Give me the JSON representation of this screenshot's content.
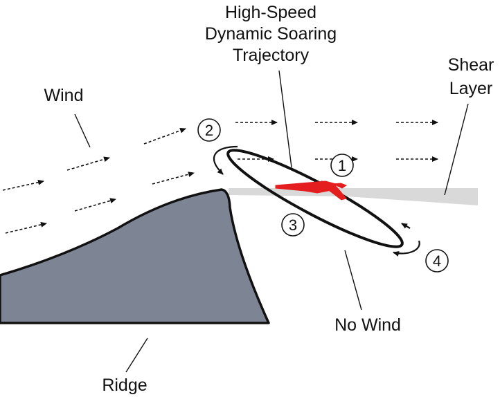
{
  "labels": {
    "trajectory_line1": "High-Speed",
    "trajectory_line2": "Dynamic Soaring",
    "trajectory_line3": "Trajectory",
    "shear_line1": "Shear",
    "shear_line2": "Layer",
    "wind": "Wind",
    "no_wind": "No Wind",
    "ridge": "Ridge"
  },
  "phases": [
    "1",
    "2",
    "3",
    "4"
  ],
  "colors": {
    "ridge_fill": "#7d8493",
    "shear_layer": "#d9d9d9",
    "glider": "#e41e1e",
    "ink": "#111111"
  }
}
